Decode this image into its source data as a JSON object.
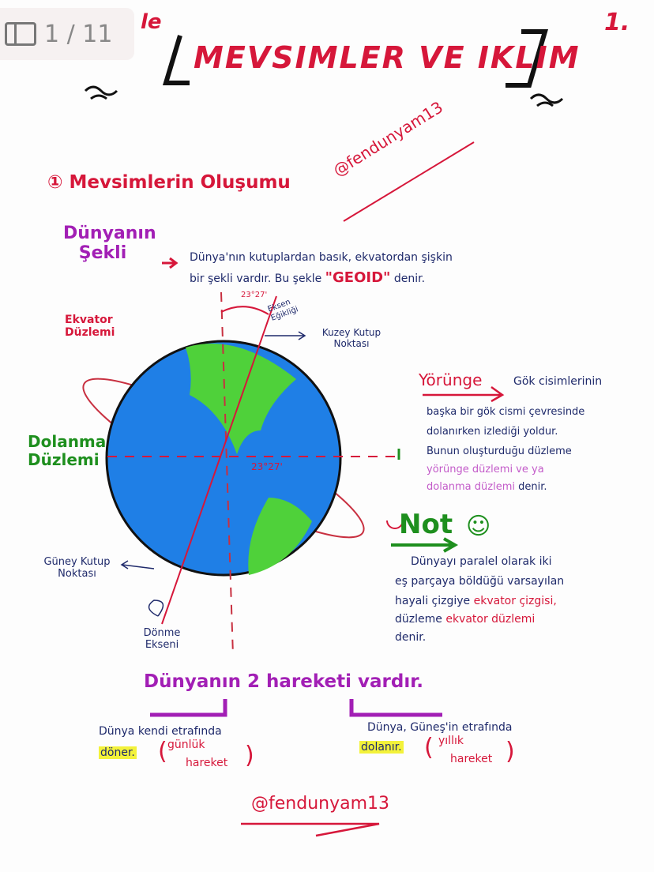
{
  "viewer": {
    "page_indicator": "1 / 11",
    "icon": "sidebar-panel-icon"
  },
  "page": {
    "page_number": "1.",
    "corner_fragment": "le",
    "title": "MEVSIMLER VE IKLIM",
    "section_heading": "① Mevsimlerin Oluşumu",
    "watermark_top": "@fendunyam13",
    "shape_label": "Dünyanın Şekli",
    "shape_text_1": "Dünya'nın kutuplardan basık, ekvatordan şişkin",
    "shape_text_2": "bir şekli vardır. Bu şekle",
    "geoid": "\"GEOID\"",
    "shape_text_end": "denir.",
    "diagram": {
      "angle_top": "23°27'",
      "axis_tilt_label": "Eksen Eğikliği",
      "north_pole": "Kuzey Kutup Noktası",
      "equator_plane": "Ekvator Düzlemi",
      "orbit_plane": "Dolanma Düzlemi",
      "angle_center": "23°27'",
      "south_pole": "Güney Kutup Noktası",
      "rotation_axis": "Dönme Ekseni",
      "colors": {
        "ocean": "#1f7fe6",
        "land": "#4fd13a",
        "lines": "#d6173a"
      }
    },
    "orbit": {
      "term": "Yörünge",
      "line1": "Gök cisimlerinin",
      "line2": "başka bir gök cismi çevresinde",
      "line3": "dolanırken izlediği yoldur.",
      "line4": "Bunun oluşturduğu düzleme",
      "line5": "yörünge düzlemi ve ya",
      "line6a": "dolanma düzlemi",
      "line6b": "denir."
    },
    "note": {
      "heading": "Not",
      "smiley": "☺",
      "line1": "Dünyayı paralel olarak iki",
      "line2": "eş parçaya böldüğü varsayılan",
      "line3a": "hayali çizgiye",
      "line3b": "ekvator çizgisi,",
      "line4a": "düzleme",
      "line4b": "ekvator düzlemi",
      "line5": "denir."
    },
    "movements": {
      "heading": "Dünyanın 2 hareketi vardır.",
      "left_line1": "Dünya kendi etrafında",
      "left_verb": "döner.",
      "left_paren_1": "günlük",
      "left_paren_2": "hareket",
      "right_line1": "Dünya, Güneş'in etrafında",
      "right_verb": "dolanır.",
      "right_paren_1": "yıllık",
      "right_paren_2": "hareket"
    },
    "watermark_bottom": "@fendunyam13"
  }
}
